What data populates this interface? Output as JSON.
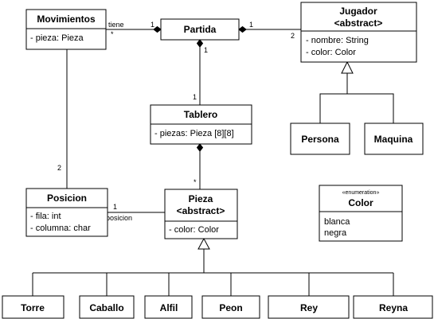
{
  "classes": {
    "movimientos": {
      "name": "Movimientos",
      "attrs": [
        "- pieza: Pieza"
      ]
    },
    "partida": {
      "name": "Partida"
    },
    "jugador": {
      "name": "Jugador",
      "name2": "<abstract>",
      "attrs": [
        "- nombre: String",
        "- color: Color"
      ]
    },
    "tablero": {
      "name": "Tablero",
      "attrs": [
        "- piezas: Pieza [8][8]"
      ]
    },
    "persona": {
      "name": "Persona"
    },
    "maquina": {
      "name": "Maquina"
    },
    "posicion": {
      "name": "Posicion",
      "attrs": [
        "- fila: int",
        "- columna: char"
      ]
    },
    "pieza": {
      "name": "Pieza",
      "name2": "<abstract>",
      "attrs": [
        "- color: Color"
      ]
    },
    "color": {
      "stereotype": "«enumeration»",
      "name": "Color",
      "values": [
        "blanca",
        "negra"
      ]
    },
    "torre": {
      "name": "Torre"
    },
    "caballo": {
      "name": "Caballo"
    },
    "alfil": {
      "name": "Alfil"
    },
    "peon": {
      "name": "Peon"
    },
    "rey": {
      "name": "Rey"
    },
    "reyna": {
      "name": "Reyna"
    }
  },
  "associations": {
    "mov_partida": {
      "role": "tiene",
      "source_mult": "*",
      "target_mult": "1"
    },
    "partida_jugador": {
      "source_mult": "1",
      "target_mult": "2"
    },
    "partida_tablero": {
      "source_mult": "1",
      "target_mult": "1"
    },
    "tablero_pieza": {
      "target_mult": "*"
    },
    "mov_posicion": {
      "target_mult": "2"
    },
    "posicion_pieza": {
      "source_mult": "1",
      "role": "posicion"
    }
  }
}
